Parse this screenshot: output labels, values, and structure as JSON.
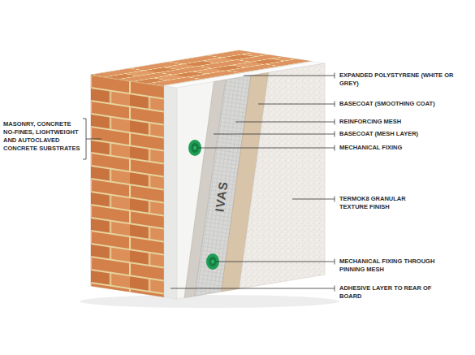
{
  "diagram": {
    "labels": [
      "MASONRY, CONCRETE NO-FINES, LIGHTWEIGHT AND AUTOCLAVED CONCRETE SUBSTRATES",
      "EXPANDED POLYSTYRENE (WHITE OR GREY)",
      "BASECOAT (SMOOTHING COAT)",
      "REINFORCING MESH",
      "BASECOAT (MESH LAYER)",
      "MECHANICAL FIXING",
      "TERMOK8 GRANULAR TEXTURE FINISH",
      "MECHANICAL FIXING THROUGH PINNING MESH",
      "ADHESIVE LAYER TO REAR OF BOARD",
      "IVAS"
    ]
  }
}
